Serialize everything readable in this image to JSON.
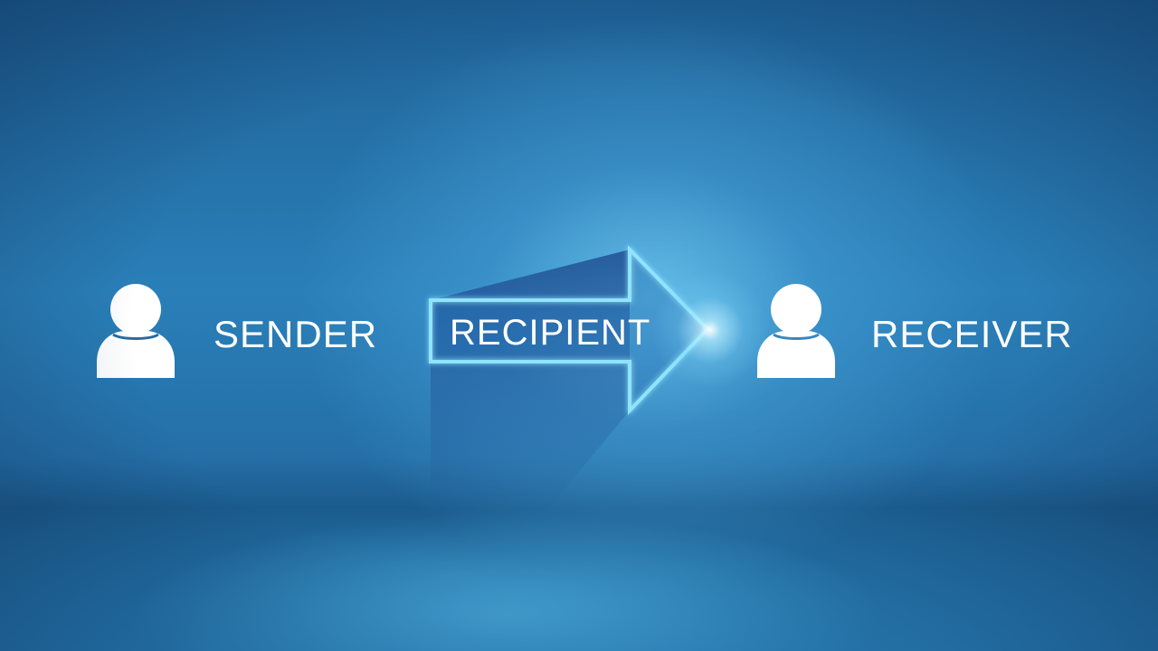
{
  "diagram": {
    "sender_label": "SENDER",
    "arrow_label": "RECIPIENT",
    "receiver_label": "RECEIVER"
  },
  "colors": {
    "text": "#ffffff",
    "arrow_outline": "#8fe4ff",
    "icon": "#ffffff"
  },
  "icons": {
    "sender": "person-icon",
    "receiver": "person-icon",
    "connector": "arrow-right-icon"
  }
}
